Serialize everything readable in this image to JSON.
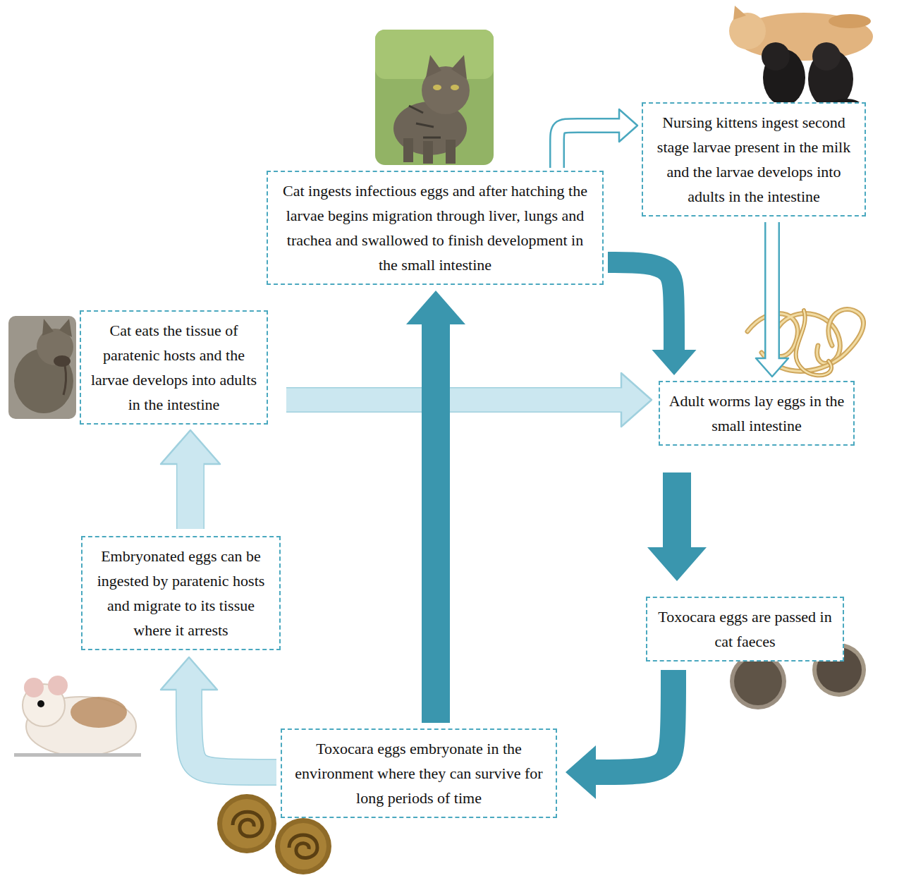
{
  "diagram": {
    "nodes": [
      {
        "text": [
          "Cat ingests infectious eggs and after hatching the larvae begins migration through liver, lungs and trachea and swallowed to finish development in the small intestine"
        ]
      },
      {
        "text": [
          "Nursing kittens ingest second stage larvae present in the milk and the larvae develops into adults in the intestine"
        ]
      },
      {
        "text": [
          "Cat eats the tissue of paratenic hosts and the larvae develops into adults in the intestine"
        ]
      },
      {
        "text": [
          "Adult worms lay eggs in the small intestine"
        ]
      },
      {
        "text": [
          "Embryonated eggs can be ingested by paratenic hosts and migrate to its tissue where it arrests"
        ]
      },
      {
        "text": [
          "Toxocara eggs are passed in cat faeces"
        ]
      },
      {
        "text": [
          "Toxocara eggs embryonate in the environment where they can survive for long periods of time"
        ]
      }
    ],
    "edges": [
      {
        "from": 0,
        "to": 1,
        "arrow": "to"
      },
      {
        "from": 0,
        "to": 3,
        "arrow": "to"
      },
      {
        "from": 1,
        "to": 3,
        "arrow": "to"
      },
      {
        "from": 2,
        "to": 3,
        "arrow": "to"
      },
      {
        "from": 3,
        "to": 5,
        "arrow": "to"
      },
      {
        "from": 5,
        "to": 6,
        "arrow": "to"
      },
      {
        "from": 6,
        "to": 0,
        "arrow": "to"
      },
      {
        "from": 6,
        "to": 4,
        "arrow": "to"
      },
      {
        "from": 4,
        "to": 2,
        "arrow": "to"
      }
    ]
  }
}
